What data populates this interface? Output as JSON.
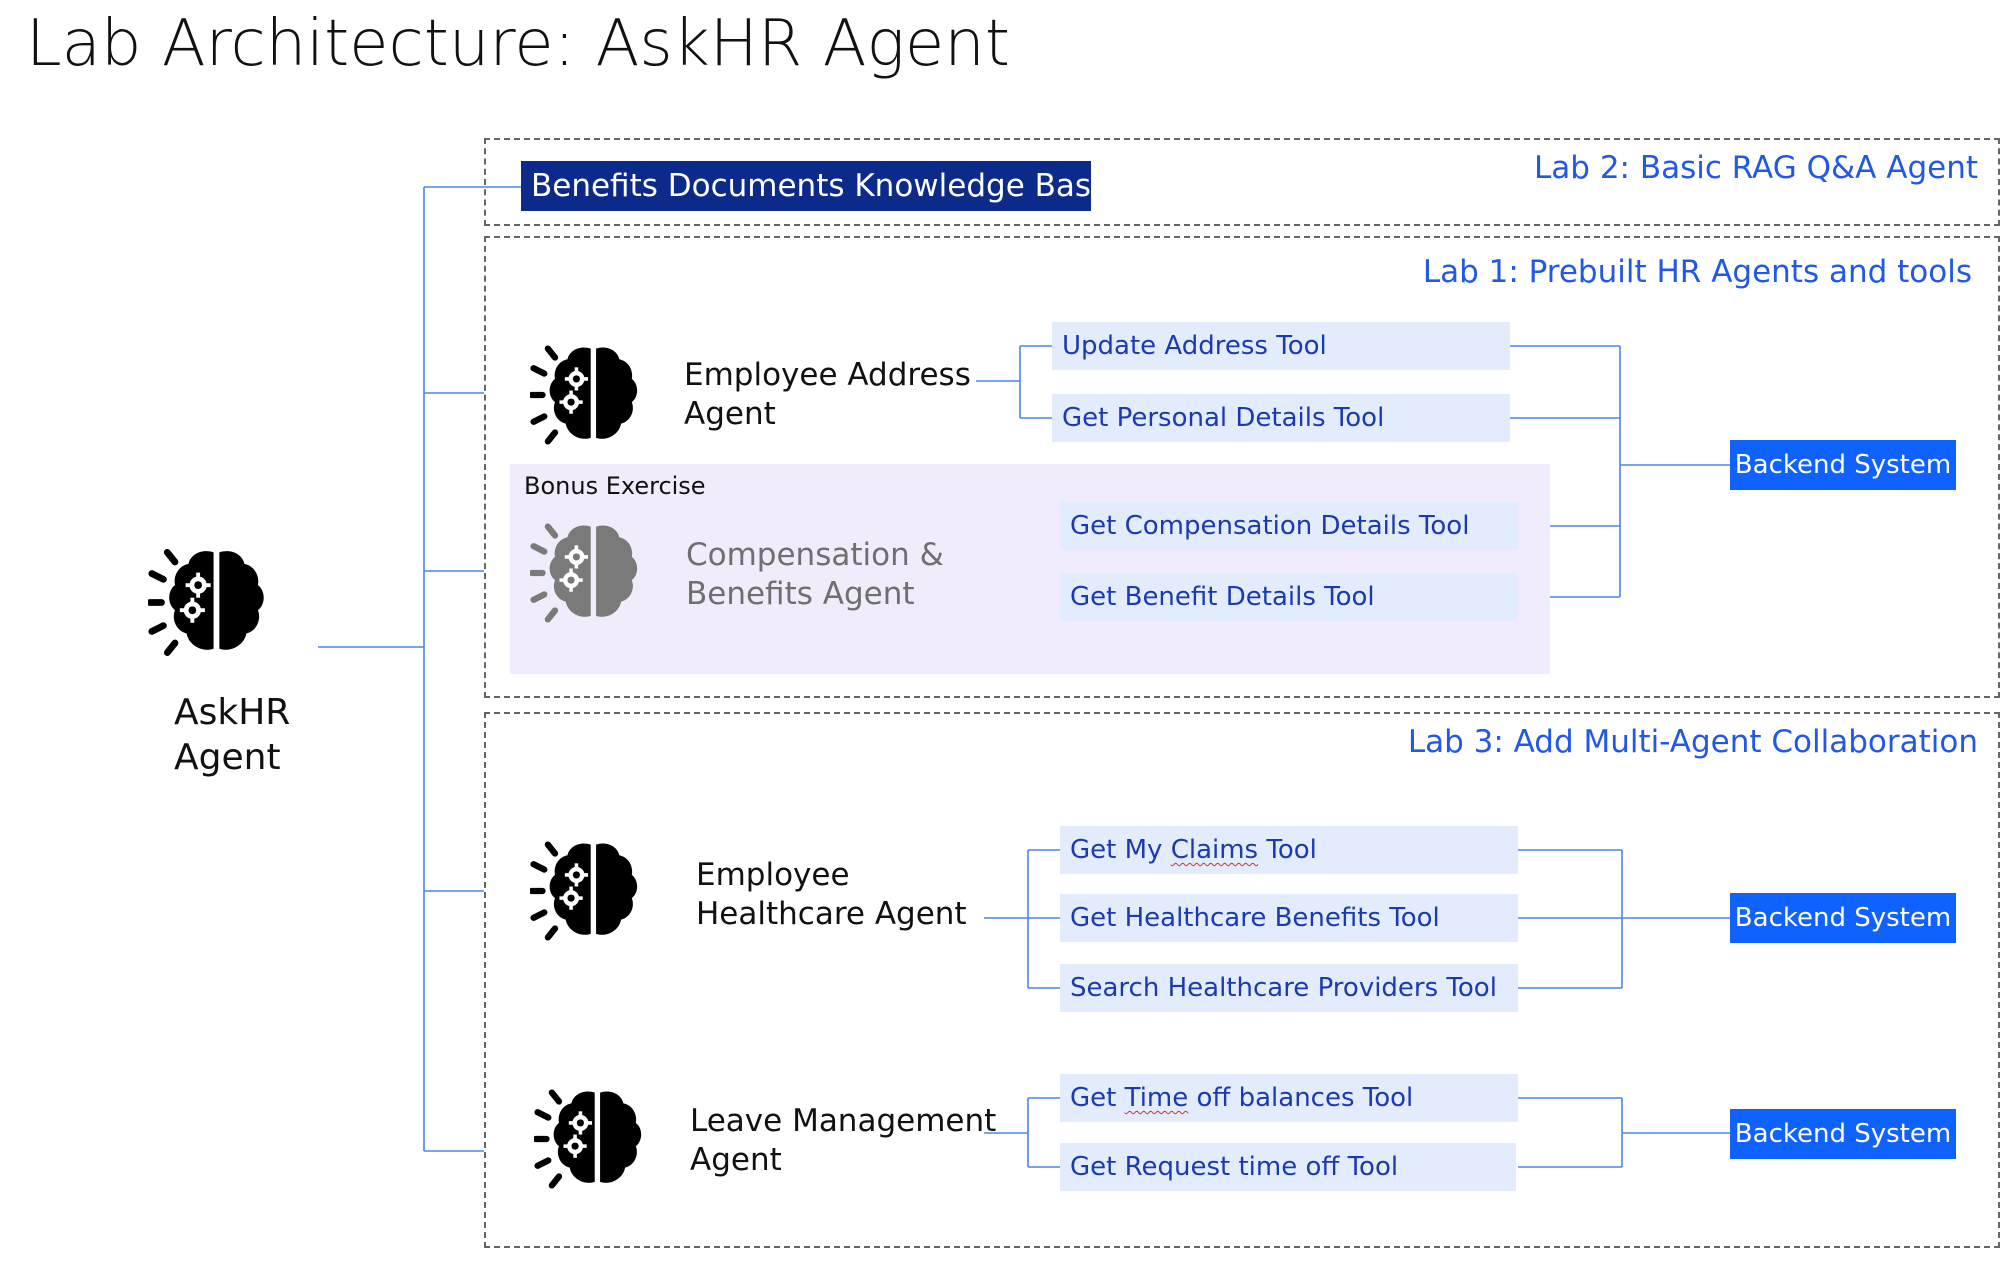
{
  "title": "Lab Architecture: AskHR Agent",
  "root_agent": {
    "name_line1": "AskHR",
    "name_line2": "Agent",
    "icon": "brain-gear-icon"
  },
  "labs": {
    "lab2": {
      "label": "Lab 2: Basic RAG Q&A Agent",
      "knowledge_base": "Benefits Documents Knowledge Base"
    },
    "lab1": {
      "label": "Lab 1: Prebuilt HR Agents and tools",
      "agents": [
        {
          "name_line1": "Employee Address",
          "name_line2": "Agent",
          "icon": "brain-gear-icon",
          "tools": [
            "Update Address Tool",
            "Get Personal Details Tool"
          ]
        }
      ],
      "bonus": {
        "label": "Bonus Exercise",
        "agent": {
          "name_line1": "Compensation &",
          "name_line2": "Benefits Agent",
          "icon": "brain-gear-icon-grey",
          "tools": [
            "Get Compensation Details Tool",
            "Get Benefit Details Tool"
          ]
        }
      },
      "backend": "Backend System"
    },
    "lab3": {
      "label": "Lab 3: Add Multi-Agent Collaboration",
      "agents": [
        {
          "name_line1": "Employee",
          "name_line2": "Healthcare Agent",
          "icon": "brain-gear-icon",
          "tools": {
            "t1_pre": "Get My ",
            "t1_sq": "Claims",
            "t1_post": " Tool",
            "t2": "Get Healthcare Benefits Tool",
            "t3": "Search Healthcare Providers Tool"
          },
          "backend": "Backend System"
        },
        {
          "name_line1": "Leave Management",
          "name_line2": "Agent",
          "icon": "brain-gear-icon",
          "tools": {
            "t1_pre": "Get ",
            "t1_sq": "Time",
            "t1_post": " off balances Tool",
            "t2": "Get Request time off Tool"
          },
          "backend": "Backend System"
        }
      ]
    }
  },
  "colors": {
    "accent": "#2158e6",
    "backend": "#0f62fe",
    "kb": "#0b2a8a",
    "tool_bg": "#e3ecfc",
    "bonus_bg": "#f1ecfc",
    "connector": "#4a86e8"
  }
}
